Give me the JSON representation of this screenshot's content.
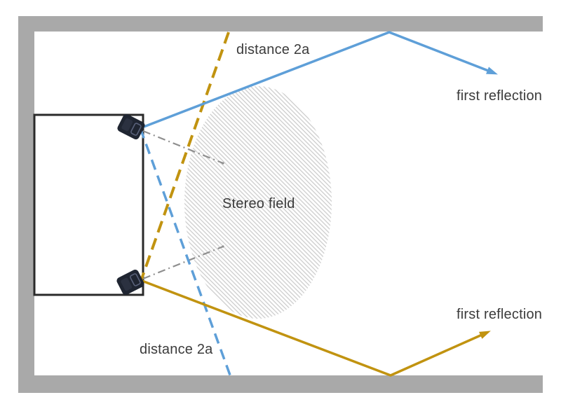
{
  "labels": {
    "distance_top": "distance 2a",
    "first_reflection_top": "first reflection",
    "stereo_field": "Stereo field",
    "distance_bottom": "distance 2a",
    "first_reflection_bottom": "first reflection"
  },
  "colors": {
    "wall": "#a9a9a9",
    "blue_path": "#5e9fd8",
    "gold_path": "#c19310",
    "hatch": "#cdcdcd",
    "speaker_axis": "#8f8f8f",
    "label_text": "#3b3b3b",
    "speaker_body": "#1f2531",
    "speaker_detail": "#59617a",
    "desk_outline": "#2a2a2a",
    "background": "#ffffff"
  }
}
